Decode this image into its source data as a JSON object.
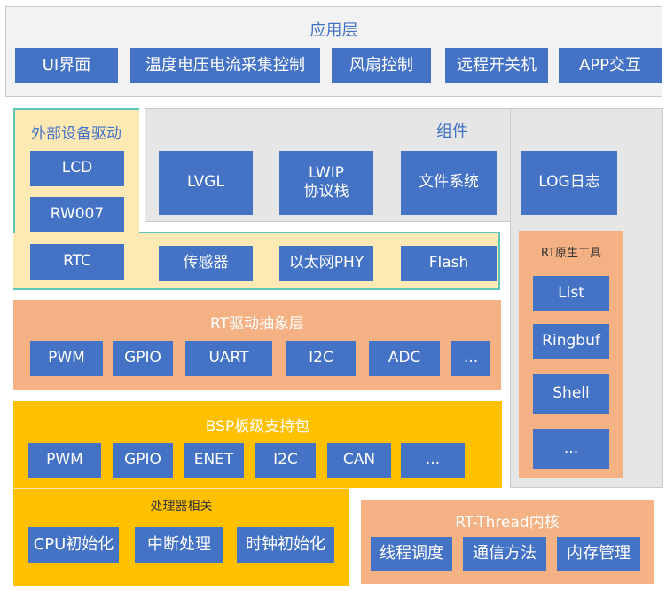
{
  "app_layer": {
    "title": "应用层",
    "items": [
      "UI界面",
      "温度电压电流采集控制",
      "风扇控制",
      "远程开关机",
      "APP交互"
    ]
  },
  "external_drivers": {
    "title": "外部设备驱动",
    "items": [
      "LCD",
      "RW007",
      "RTC"
    ],
    "sensor_items": [
      "传感器",
      "以太网PHY",
      "Flash"
    ]
  },
  "components": {
    "title": "组件",
    "items": [
      "LVGL",
      "LWIP\n协议栈",
      "文件系统",
      "LOG日志"
    ]
  },
  "rt_tools": {
    "title": "RT原生工具",
    "items": [
      "List",
      "Ringbuf",
      "Shell",
      "..."
    ]
  },
  "rt_driver_layer": {
    "title": "RT驱动抽象层",
    "items": [
      "PWM",
      "GPIO",
      "UART",
      "I2C",
      "ADC",
      "..."
    ]
  },
  "bsp": {
    "title": "BSP板级支持包",
    "items": [
      "PWM",
      "GPIO",
      "ENET",
      "I2C",
      "CAN",
      "..."
    ]
  },
  "processor": {
    "title": "处理器相关",
    "items": [
      "CPU初始化",
      "中断处理",
      "时钟初始化"
    ]
  },
  "rt_kernel": {
    "title": "RT-Thread内核",
    "items": [
      "线程调度",
      "通信方法",
      "内存管理"
    ]
  },
  "colors": {
    "box_blue": "#4472c4",
    "salmon": "#f4b183",
    "gold": "#ffc000",
    "cream": "#fde9b4",
    "teal_border": "#5cc7b8",
    "panel_gray": "#e6e6e6"
  }
}
